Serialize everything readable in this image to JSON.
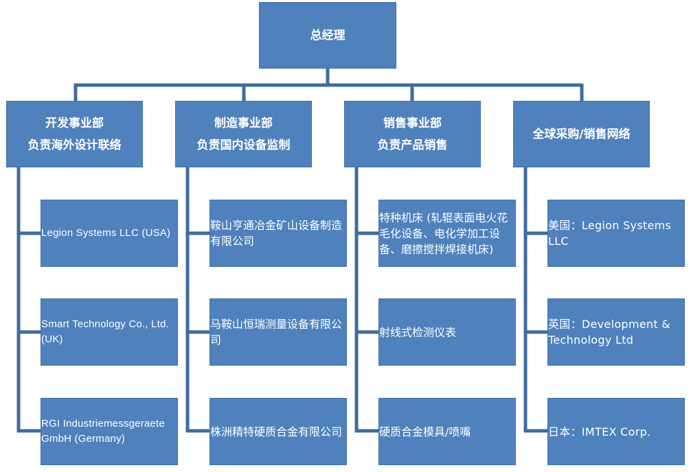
{
  "root": {
    "label": "总经理"
  },
  "divisions": [
    {
      "lines": [
        "开发事业部",
        "负责海外设计联络"
      ],
      "children": [
        "Legion Systems LLC (USA)",
        "Smart Technology Co., Ltd. (UK)",
        "RGI Industriemessgeraete GmbH (Germany)"
      ]
    },
    {
      "lines": [
        "制造事业部",
        "负责国内设备监制"
      ],
      "children": [
        "鞍山亨通冶金矿山设备制造有限公司",
        "马鞍山恒瑞测量设备有限公司",
        "株洲精特硬质合金有限公司"
      ]
    },
    {
      "lines": [
        "销售事业部",
        "负责产品销售"
      ],
      "children": [
        "特种机床 (轧辊表面电火花毛化设备、电化学加工设备、磨擦搅拌焊接机床)",
        "射线式检测仪表",
        "硬质合金模具/喷嘴"
      ]
    },
    {
      "lines": [
        "全球采购/销售网络"
      ],
      "children": [
        "美国：Legion Systems LLC",
        "英国：Development & Technology Ltd",
        "日本：IMTEX Corp."
      ]
    }
  ],
  "colors": {
    "box_fill": "#4f81bd",
    "connector": "#3f6c9e",
    "text": "#ffffff"
  }
}
